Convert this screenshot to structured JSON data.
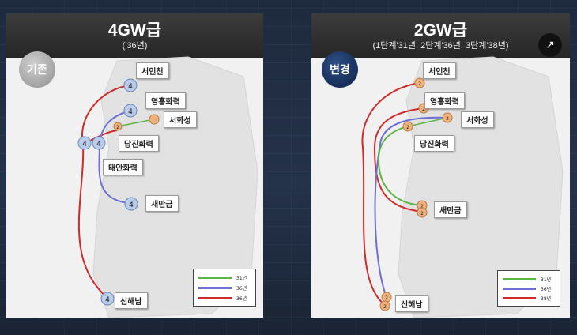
{
  "left": {
    "title": "4GW급",
    "subtitle": "('36년)",
    "badge": "기존",
    "labels": [
      "서인천",
      "영흥화력",
      "서화성",
      "당진화력",
      "태안화력",
      "새만금",
      "신해남"
    ],
    "node_value": "4",
    "node_value_small": "2",
    "legend": [
      "31년",
      "36년",
      "36년"
    ]
  },
  "right": {
    "title": "2GW급",
    "subtitle": "(1단계'31년, 2단계'36년, 3단계'38년)",
    "badge": "변경",
    "labels": [
      "서인천",
      "영흥화력",
      "서화성",
      "당진화력",
      "새만금",
      "신해남"
    ],
    "node_value": "2",
    "legend": [
      "31년",
      "36년",
      "38년"
    ]
  },
  "colors": {
    "green": "#5cb443",
    "blue": "#6d6fd6",
    "red": "#d02a2a",
    "node_blue": "#b9cdea",
    "node_orange": "#efb27d"
  },
  "icons": {
    "expand": "expand-icon"
  }
}
